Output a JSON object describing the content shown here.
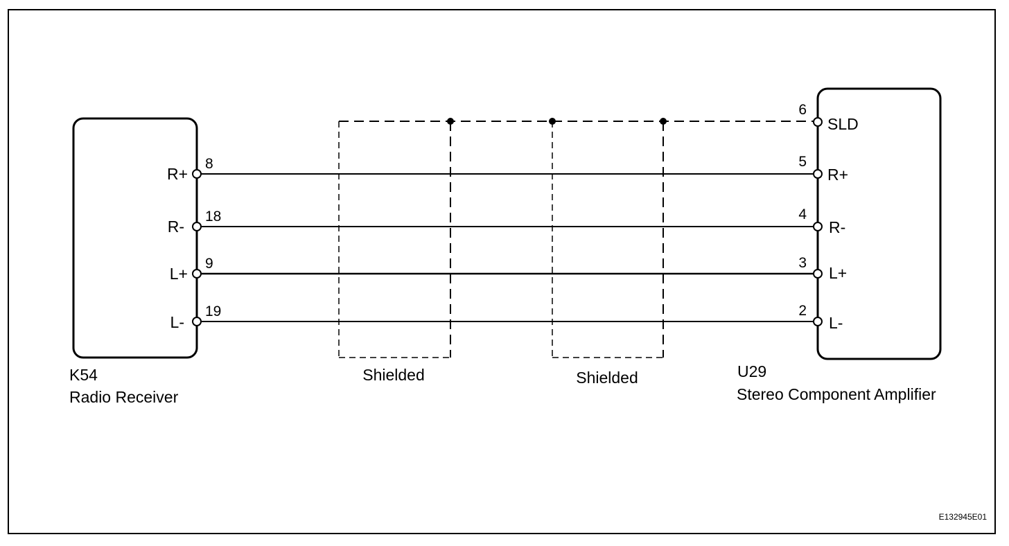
{
  "receiver": {
    "code": "K54",
    "name": "Radio Receiver",
    "pins": [
      {
        "label": "R+",
        "number": "8"
      },
      {
        "label": "R-",
        "number": "18"
      },
      {
        "label": "L+",
        "number": "9"
      },
      {
        "label": "L-",
        "number": "19"
      }
    ]
  },
  "amplifier": {
    "code": "U29",
    "name": "Stereo Component Amplifier",
    "shield_pin": {
      "label": "SLD",
      "number": "6"
    },
    "pins": [
      {
        "label": "R+",
        "number": "5"
      },
      {
        "label": "R-",
        "number": "4"
      },
      {
        "label": "L+",
        "number": "3"
      },
      {
        "label": "L-",
        "number": "2"
      }
    ]
  },
  "shields": [
    {
      "label": "Shielded"
    },
    {
      "label": "Shielded"
    }
  ],
  "figure_code": "E132945E01"
}
